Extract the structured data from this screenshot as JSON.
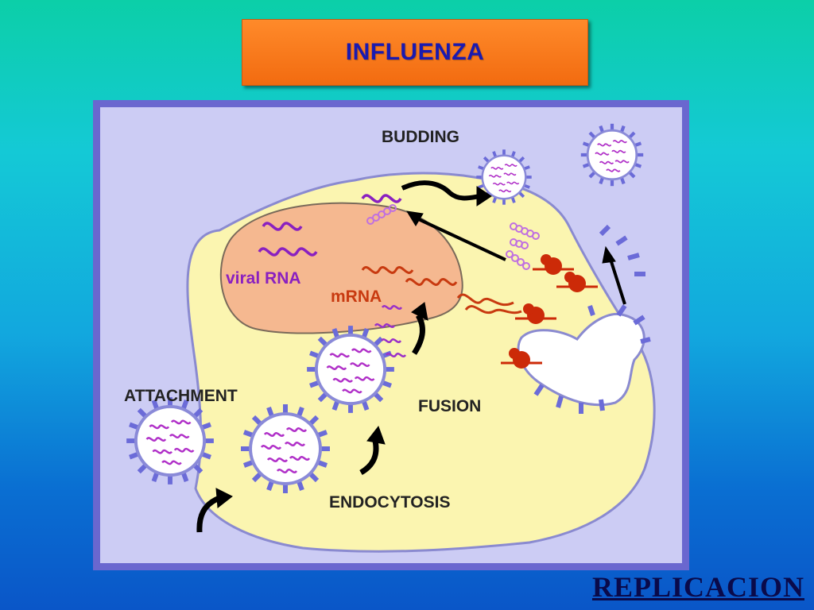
{
  "title": "INFLUENZA",
  "footer": "REPLICACION",
  "diagram": {
    "labels": {
      "budding": "BUDDING",
      "viral_rna": "viral RNA",
      "mrna": "mRNA",
      "attachment": "ATTACHMENT",
      "fusion": "FUSION",
      "endocytosis": "ENDOCYTOSIS"
    }
  }
}
